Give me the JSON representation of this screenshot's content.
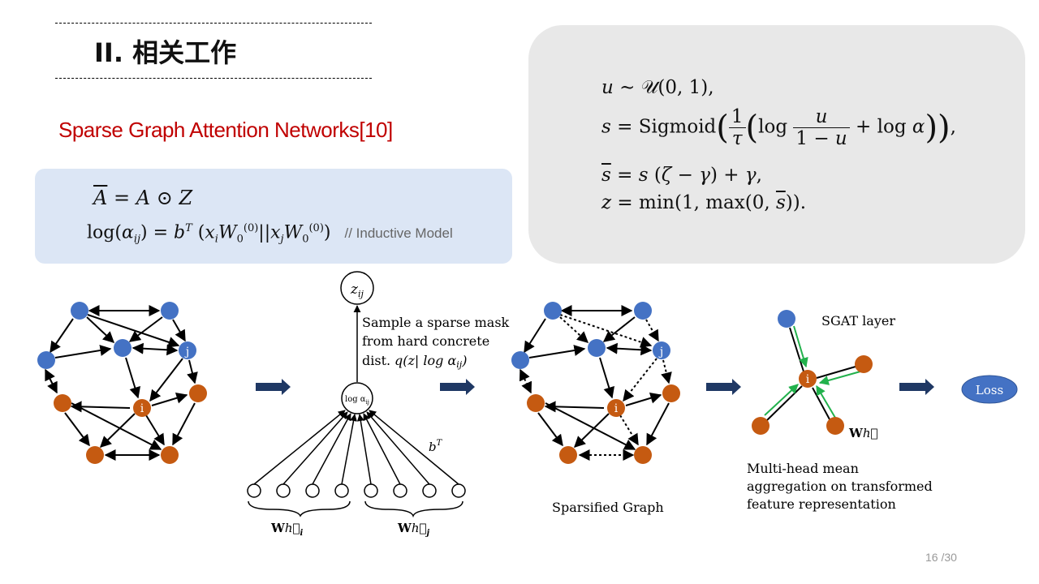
{
  "header": {
    "title": "II. 相关工作",
    "subtitle": "Sparse Graph Attention Networks[10]"
  },
  "equations_left": {
    "comment": "// Inductive Model"
  },
  "figure": {
    "sample_caption_line1": "Sample a sparse mask",
    "sample_caption_line2": "from hard concrete",
    "sample_caption_line3": "dist.",
    "sparsified_label": "Sparsified Graph",
    "sgat_label": "SGAT layer",
    "multihead_line1": "Multi-head mean",
    "multihead_line2": "aggregation on transformed",
    "multihead_line3": "feature representation",
    "loss_label": "Loss",
    "node_i": "i",
    "node_j": "j",
    "colors": {
      "blue_node": "#4472c4",
      "orange_node": "#c55a11",
      "green_arrow": "#22b14c",
      "loss_fill": "#4472c4"
    }
  },
  "footer": {
    "page_number": "16 /30"
  }
}
